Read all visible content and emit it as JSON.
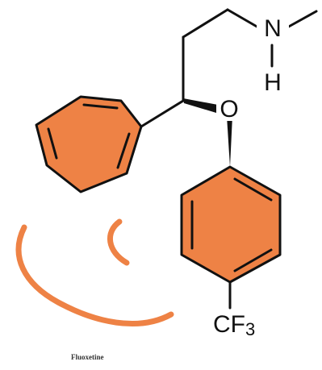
{
  "molecule": {
    "caption": "Fluoxetine",
    "atoms": {
      "nitrogen": "N",
      "hydrogen": "H",
      "oxygen": "O",
      "cf_prefix": "CF",
      "cf_subscript": "3"
    }
  },
  "colors": {
    "ring_fill": "#ee8245",
    "bond": "#111111",
    "annotation_stroke": "#ee8245"
  },
  "icons": [
    "benzene-ring-icon",
    "wedge-bond-icon",
    "freehand-stroke-icon"
  ]
}
